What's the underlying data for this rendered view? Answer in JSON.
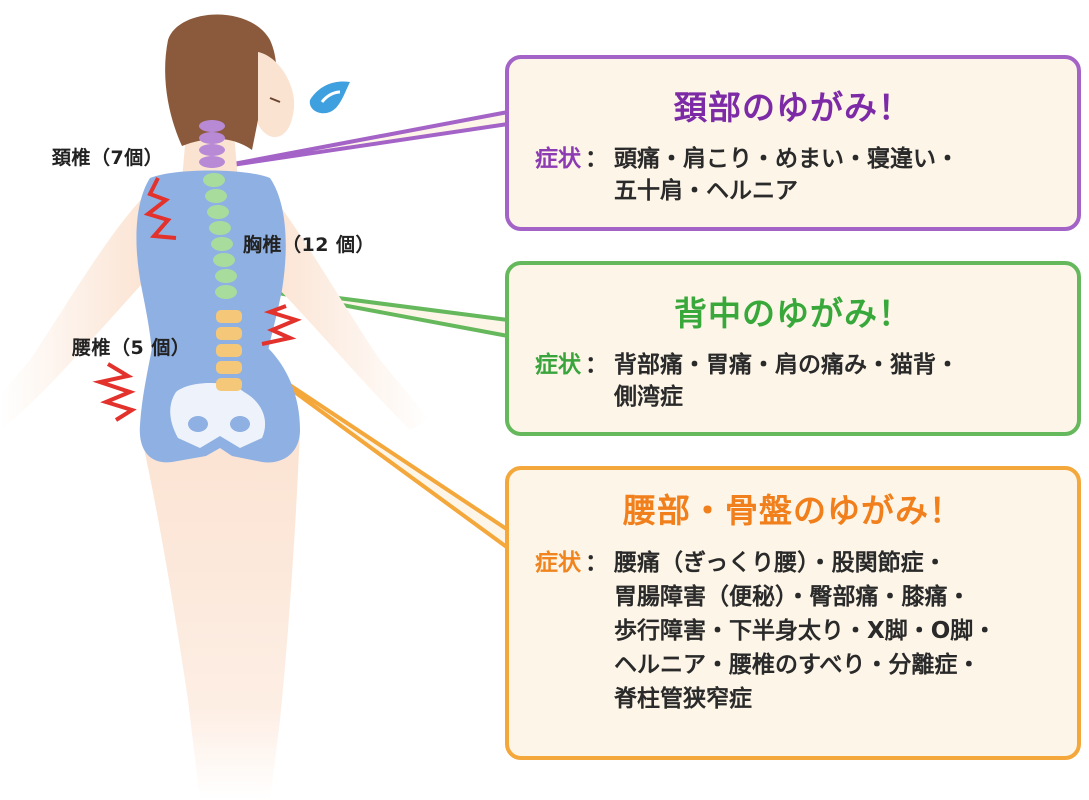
{
  "spine_labels": {
    "cervical": "頚椎（7個）",
    "thoracic": "胸椎（12 個）",
    "lumbar": "腰椎（5 個）"
  },
  "callouts": {
    "neck": {
      "title": "頚部のゆがみ！",
      "symptom_label": "症状",
      "colon": "：",
      "lines": [
        "頭痛・肩こり・めまい・寝違い・",
        "五十肩・ヘルニア"
      ],
      "color": "#a463c6"
    },
    "back": {
      "title": "背中のゆがみ！",
      "symptom_label": "症状",
      "colon": "：",
      "lines": [
        "背部痛・胃痛・肩の痛み・猫背・",
        "側湾症"
      ],
      "color": "#66b85c"
    },
    "waist": {
      "title": "腰部・骨盤のゆがみ！",
      "symptom_label": "症状",
      "colon": "：",
      "lines": [
        "腰痛（ぎっくり腰）・股関節症・",
        "胃腸障害（便秘）・臀部痛・膝痛・",
        "歩行障害・下半身太り・X脚・O脚・",
        "ヘルニア・腰椎のすべり・分離症・",
        "脊柱管狭窄症"
      ],
      "color": "#f4a73a"
    }
  },
  "colors": {
    "skin": "#fbe3d2",
    "hair": "#8b5a3c",
    "shirt": "#8fb0e2",
    "pain": "#e3312c",
    "cervical_spine": "#b88ad6",
    "thoracic_spine": "#a8dc9c",
    "lumbar_spine": "#f4c878",
    "sweat": "#3fa0e0"
  },
  "icons": [
    "woman-back-figure",
    "sweat-drop-icon",
    "pain-burst-icon"
  ]
}
